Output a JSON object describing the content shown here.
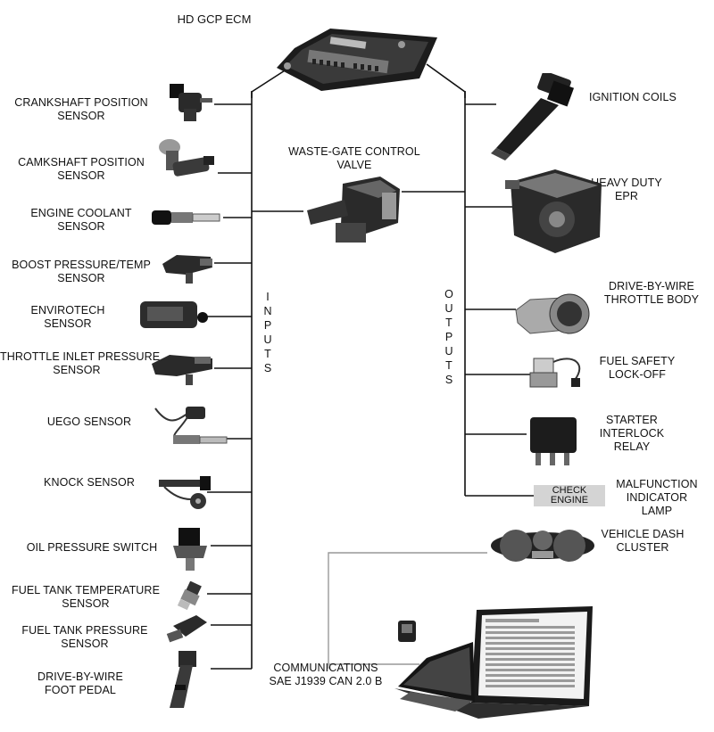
{
  "ecm": {
    "title": "HD GCP ECM"
  },
  "inputs_label": [
    "I",
    "N",
    "P",
    "U",
    "T",
    "S"
  ],
  "outputs_label": [
    "O",
    "U",
    "T",
    "P",
    "U",
    "T",
    "S"
  ],
  "inputs": [
    {
      "line1": "CRANKSHAFT POSITION",
      "line2": "SENSOR"
    },
    {
      "line1": "CAMKSHAFT POSITION",
      "line2": "SENSOR"
    },
    {
      "line1": "ENGINE COOLANT",
      "line2": "SENSOR"
    },
    {
      "line1": "BOOST PRESSURE/TEMP",
      "line2": "SENSOR"
    },
    {
      "line1": "ENVIROTECH",
      "line2": "SENSOR"
    },
    {
      "line1": "THROTTLE INLET PRESSURE",
      "line2": "SENSOR"
    },
    {
      "line1": "UEGO SENSOR",
      "line2": ""
    },
    {
      "line1": "KNOCK SENSOR",
      "line2": ""
    },
    {
      "line1": "OIL PRESSURE SWITCH",
      "line2": ""
    },
    {
      "line1": "FUEL TANK TEMPERATURE",
      "line2": "SENSOR"
    },
    {
      "line1": "FUEL TANK PRESSURE",
      "line2": "SENSOR"
    },
    {
      "line1": "DRIVE-BY-WIRE",
      "line2": "FOOT PEDAL"
    }
  ],
  "wastegate": {
    "line1": "WASTE-GATE CONTROL",
    "line2": "VALVE"
  },
  "outputs": [
    {
      "line1": "IGNITION COILS",
      "line2": "",
      "line3": ""
    },
    {
      "line1": "HEAVY DUTY",
      "line2": "EPR",
      "line3": ""
    },
    {
      "line1": "DRIVE-BY-WIRE",
      "line2": "THROTTLE BODY",
      "line3": ""
    },
    {
      "line1": "FUEL SAFETY",
      "line2": "LOCK-OFF",
      "line3": ""
    },
    {
      "line1": "STARTER",
      "line2": "INTERLOCK",
      "line3": "RELAY"
    },
    {
      "line1": "MALFUNCTION",
      "line2": "INDICATOR",
      "line3": "LAMP"
    },
    {
      "line1": "VEHICLE DASH",
      "line2": "CLUSTER",
      "line3": ""
    }
  ],
  "check_engine": {
    "line1": "CHECK",
    "line2": "ENGINE"
  },
  "communications": {
    "line1": "COMMUNICATIONS",
    "line2": "SAE J1939 CAN 2.0 B"
  }
}
